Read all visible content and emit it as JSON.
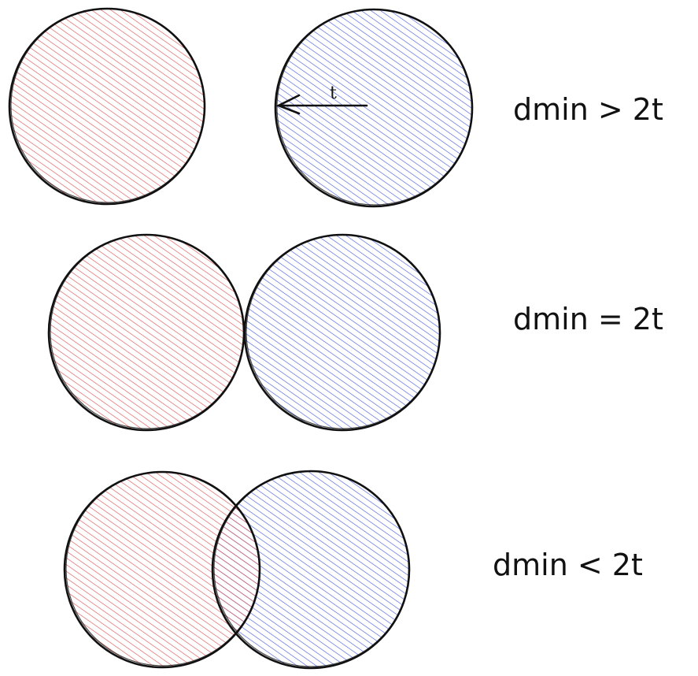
{
  "colors": {
    "red_hatch": "#e05555",
    "blue_hatch": "#4a5fe0",
    "stroke": "#111111"
  },
  "rows": [
    {
      "condition": "dmin > 2t",
      "relation": "separated"
    },
    {
      "condition": "dmin = 2t",
      "relation": "touching"
    },
    {
      "condition": "dmin < 2t",
      "relation": "overlapping"
    }
  ],
  "radius_label": "t"
}
